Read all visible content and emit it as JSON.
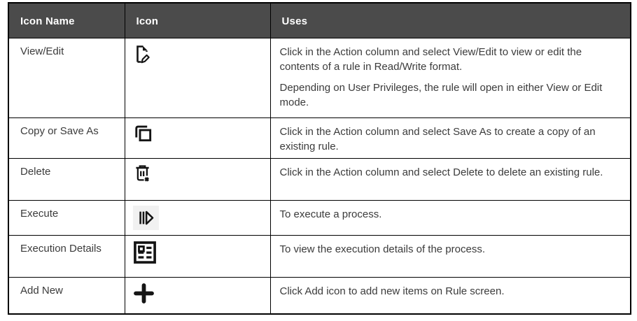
{
  "table": {
    "columns": [
      {
        "label": "Icon Name"
      },
      {
        "label": "Icon"
      },
      {
        "label": "Uses"
      }
    ],
    "rows": [
      {
        "name": "View/Edit",
        "icon": "view-edit-icon",
        "uses": [
          "Click in the Action column and select View/Edit to view or edit the contents of a rule in Read/Write format.",
          "Depending on User Privileges, the rule will open in either View or Edit mode."
        ]
      },
      {
        "name": "Copy or Save As",
        "icon": "copy-icon",
        "uses": [
          "Click in the Action column and select Save As to create a copy of an existing rule."
        ]
      },
      {
        "name": "Delete",
        "icon": "delete-trash-icon",
        "uses": [
          "Click in the Action column and select Delete to delete an existing rule."
        ]
      },
      {
        "name": "Execute",
        "icon": "execute-icon",
        "uses": [
          "To execute a process."
        ]
      },
      {
        "name": "Execution Details",
        "icon": "execution-details-icon",
        "uses": [
          "To view the execution details of the process."
        ]
      },
      {
        "name": "Add New",
        "icon": "add-plus-icon",
        "uses": [
          "Click Add icon to add new items on Rule screen."
        ]
      }
    ],
    "colors": {
      "header_bg": "#4b4b4b",
      "header_text": "#ffffff",
      "body_text": "#3b3b3b",
      "border": "#000000",
      "execute_chip_bg": "#f1f1f1",
      "icon_ink": "#141414"
    }
  }
}
